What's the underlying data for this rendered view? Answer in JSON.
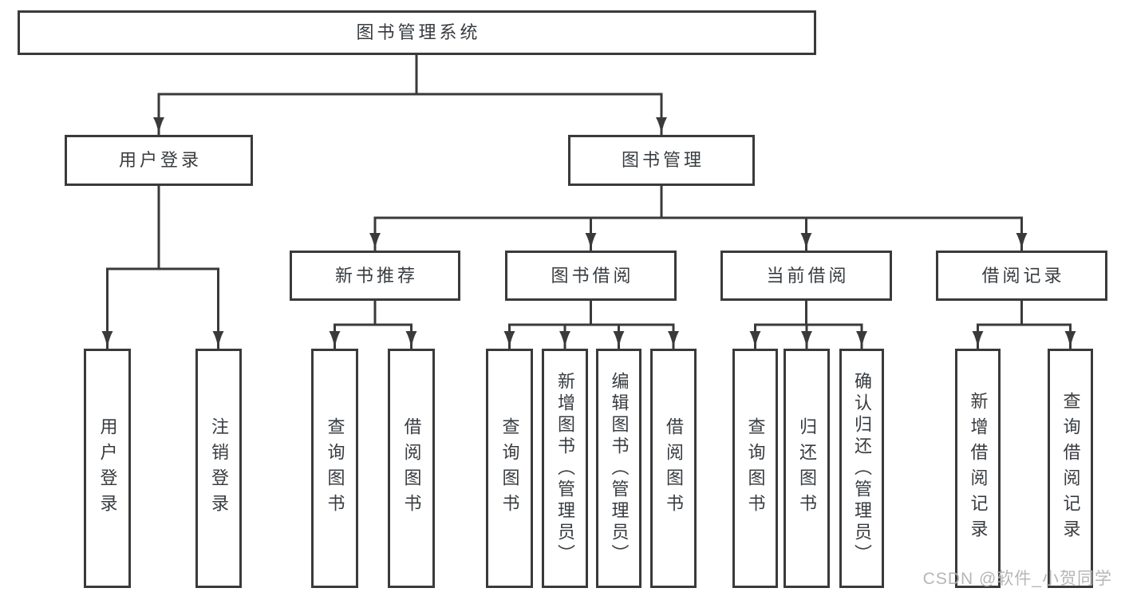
{
  "diagram": {
    "tree": {
      "root": {
        "label": "图书管理系统",
        "children": [
          {
            "label": "用户登录",
            "children": [
              {
                "label": "用户登录"
              },
              {
                "label": "注销登录"
              }
            ]
          },
          {
            "label": "图书管理",
            "children": [
              {
                "label": "新书推荐",
                "children": [
                  {
                    "label": "查询图书"
                  },
                  {
                    "label": "借阅图书"
                  }
                ]
              },
              {
                "label": "图书借阅",
                "children": [
                  {
                    "label": "查询图书"
                  },
                  {
                    "label": "新增图书（管理员）"
                  },
                  {
                    "label": "编辑图书（管理员）"
                  },
                  {
                    "label": "借阅图书"
                  }
                ]
              },
              {
                "label": "当前借阅",
                "children": [
                  {
                    "label": "查询图书"
                  },
                  {
                    "label": "归还图书"
                  },
                  {
                    "label": "确认归还（管理员）"
                  }
                ]
              },
              {
                "label": "借阅记录",
                "children": [
                  {
                    "label": "新增借阅记录"
                  },
                  {
                    "label": "查询借阅记录"
                  }
                ]
              }
            ]
          }
        ]
      }
    },
    "colors": {
      "line": "#3a3a3a",
      "text": "#383c40",
      "watermark": "#b2b2b2",
      "background": "#ffffff"
    }
  },
  "watermark": {
    "text": "CSDN @软件_小贺同学"
  }
}
